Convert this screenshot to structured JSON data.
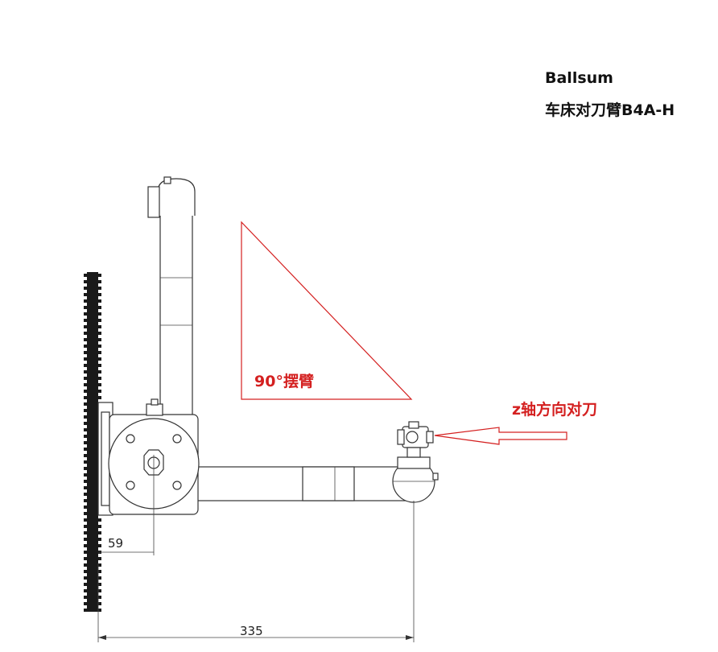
{
  "header": {
    "brand": "Ballsum",
    "product": "车床对刀臂B4A-H"
  },
  "annotations": {
    "swing_arm": "90°摆臂",
    "z_axis": "z轴方向对刀"
  },
  "dimensions": {
    "offset": "59",
    "reach": "335"
  },
  "colors": {
    "annotation": "#d42020",
    "line": "#333333"
  }
}
